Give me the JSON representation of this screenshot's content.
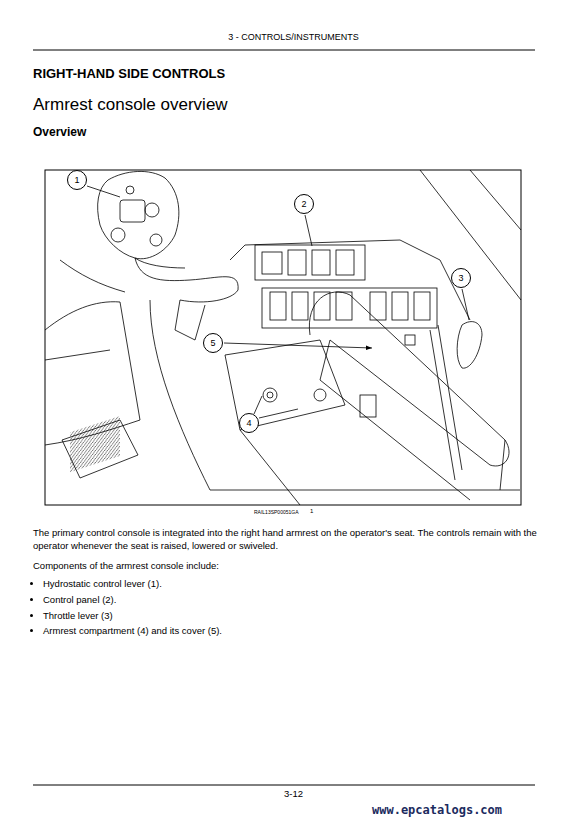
{
  "diagram": {
    "title": "RIGHT-HAND SIDE CONTROLS",
    "nodes": [
      {
        "text": [
          "1"
        ]
      },
      {
        "text": [
          "2"
        ]
      },
      {
        "text": [
          "3"
        ]
      },
      {
        "text": [
          "4"
        ]
      },
      {
        "text": [
          "5"
        ]
      }
    ],
    "labels": [
      "3 - CONTROLS/INSTRUMENTS",
      "Armrest console overview",
      "Overview",
      "RAIL13SP00051GA",
      "1",
      "The primary control console is integrated into the right hand armrest on the operator's seat. The controls remain with the operator whenever the seat is raised, lowered or swiveled.",
      "Components of the armrest console include:",
      "Hydrostatic control lever (1).",
      "Control panel (2).",
      "Throttle lever (3)",
      "Armrest compartment (4) and its cover (5).",
      "3-12",
      "www.epcatalogs.com"
    ]
  }
}
